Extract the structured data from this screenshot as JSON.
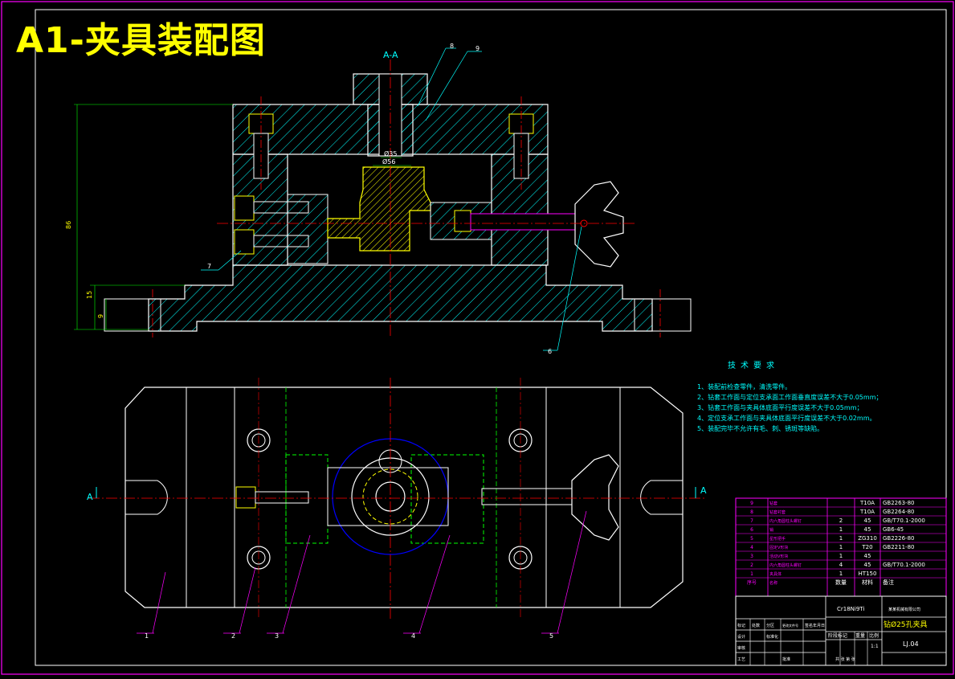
{
  "title": "A1-夹具装配图",
  "section_label": "A-A",
  "section_marker": "A",
  "dims": {
    "d1": "Ø35",
    "d2": "Ø56",
    "h_total": "86",
    "h_base": "9",
    "h_base2": "15"
  },
  "tech_requirements": {
    "heading": "技术要求",
    "lines": [
      "1、装配前检查零件，清洗零件。",
      "2、钻套工作面与定位支承面工作面垂直度误差不大于0.05mm；",
      "3、钻套工作面与夹具体底面平行度误差不大于0.05mm；",
      "4、定位支承工作面与夹具体底面平行度误差不大于0.02mm。",
      "5、装配完毕不允许有毛、刺、锈斑等缺陷。"
    ]
  },
  "parts": [
    {
      "no": "9",
      "name": "钻套",
      "qty": "",
      "material": "T10A",
      "standard": "GB2263-80"
    },
    {
      "no": "8",
      "name": "钻套衬套",
      "qty": "",
      "material": "T10A",
      "standard": "GB2264-80"
    },
    {
      "no": "7",
      "name": "内六角圆柱头螺钉",
      "qty": "2",
      "material": "45",
      "standard": "GB/T70.1-2000"
    },
    {
      "no": "6",
      "name": "销",
      "qty": "1",
      "material": "45",
      "standard": "GB6-45"
    },
    {
      "no": "5",
      "name": "星形把手",
      "qty": "1",
      "material": "ZG310",
      "standard": "GB2226-80"
    },
    {
      "no": "4",
      "name": "固定V形块",
      "qty": "1",
      "material": "T20",
      "standard": "GB2211-80"
    },
    {
      "no": "3",
      "name": "活动V形块",
      "qty": "1",
      "material": "45",
      "standard": ""
    },
    {
      "no": "2",
      "name": "内六角圆柱头螺钉",
      "qty": "4",
      "material": "45",
      "standard": "GB/T70.1-2000"
    },
    {
      "no": "1",
      "name": "夹具体",
      "qty": "1",
      "material": "HT150",
      "standard": ""
    }
  ],
  "parts_header": {
    "no": "序号",
    "name": "名称",
    "qty": "数量",
    "material": "材料",
    "standard": "备注"
  },
  "title_block": {
    "material_code": "Cr18Ni9Ti",
    "company": "某某机械有限公司",
    "drawing_name": "钻Ø25孔夹具",
    "drawing_no": "LJ.04",
    "scale": "1:1",
    "stage_label": "阶段标记",
    "weight_label": "重量",
    "scale_label": "比例",
    "row_labels": [
      "标记",
      "处数",
      "分区",
      "更改文件号",
      "签名",
      "年月日"
    ],
    "designer_label": "设计",
    "standard_label": "标准化",
    "review_label": "审核",
    "process_label": "工艺",
    "approve_label": "批准",
    "sheets": "共 张 第 张"
  },
  "balloons": [
    "1",
    "2",
    "3",
    "4",
    "5",
    "6",
    "7",
    "8",
    "9"
  ],
  "colors": {
    "frame": "#ff00ff",
    "outline": "#ffffff",
    "hatch": "#00ffff",
    "center": "#ff0000",
    "part_yellow": "#ffff00",
    "hidden": "#00ff00",
    "blue": "#0000ff",
    "dim": "#00ff00"
  }
}
